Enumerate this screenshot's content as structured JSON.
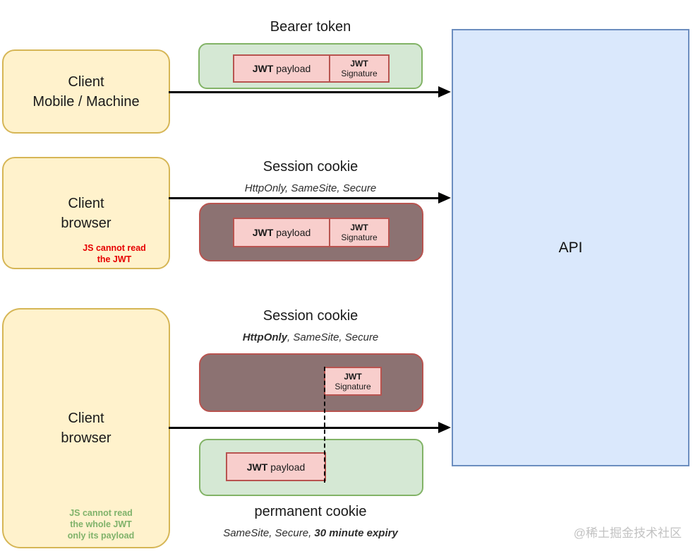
{
  "colors": {
    "yellow-fill": "#FFF2CC",
    "yellow-stroke": "#D6B656",
    "green-fill": "#D5E8D4",
    "green-stroke": "#82B366",
    "blue-fill": "#DAE8FC",
    "blue-stroke": "#6C8EBF",
    "pink-fill": "#F8CECC",
    "pink-stroke": "#B85450",
    "brown-fill": "#8C7272",
    "brown-stroke": "#B85450",
    "note-red": "#E60000",
    "note-green": "#7FB26A",
    "watermark-gray": "#C2C2C2",
    "arrow-black": "#000000"
  },
  "token": {
    "jwt": "JWT",
    "payload": "payload",
    "signature": "Signature"
  },
  "clients": {
    "top": {
      "line1": "Client",
      "line2": "Mobile / Machine"
    },
    "middle": {
      "line1": "Client",
      "line2": "browser",
      "note1": "JS cannot read",
      "note2": "the JWT"
    },
    "bottom": {
      "line1": "Client",
      "line2": "browser",
      "note1": "JS cannot read",
      "note2": "the whole JWT",
      "note3": "only its payload"
    }
  },
  "flows": {
    "bearer": {
      "title": "Bearer token"
    },
    "session_readonly": {
      "title": "Session cookie",
      "attributes": "HttpOnly, SameSite, Secure"
    },
    "session_split": {
      "title": "Session cookie",
      "attr_bold": "HttpOnly",
      "attr_rest": ", SameSite, Secure"
    },
    "permanent": {
      "title": "permanent cookie",
      "attr_prefix": "SameSite, Secure,",
      "attr_bold": "30 minute expiry"
    }
  },
  "api": {
    "label": "API"
  },
  "watermark": {
    "text": "@稀土掘金技术社区"
  }
}
